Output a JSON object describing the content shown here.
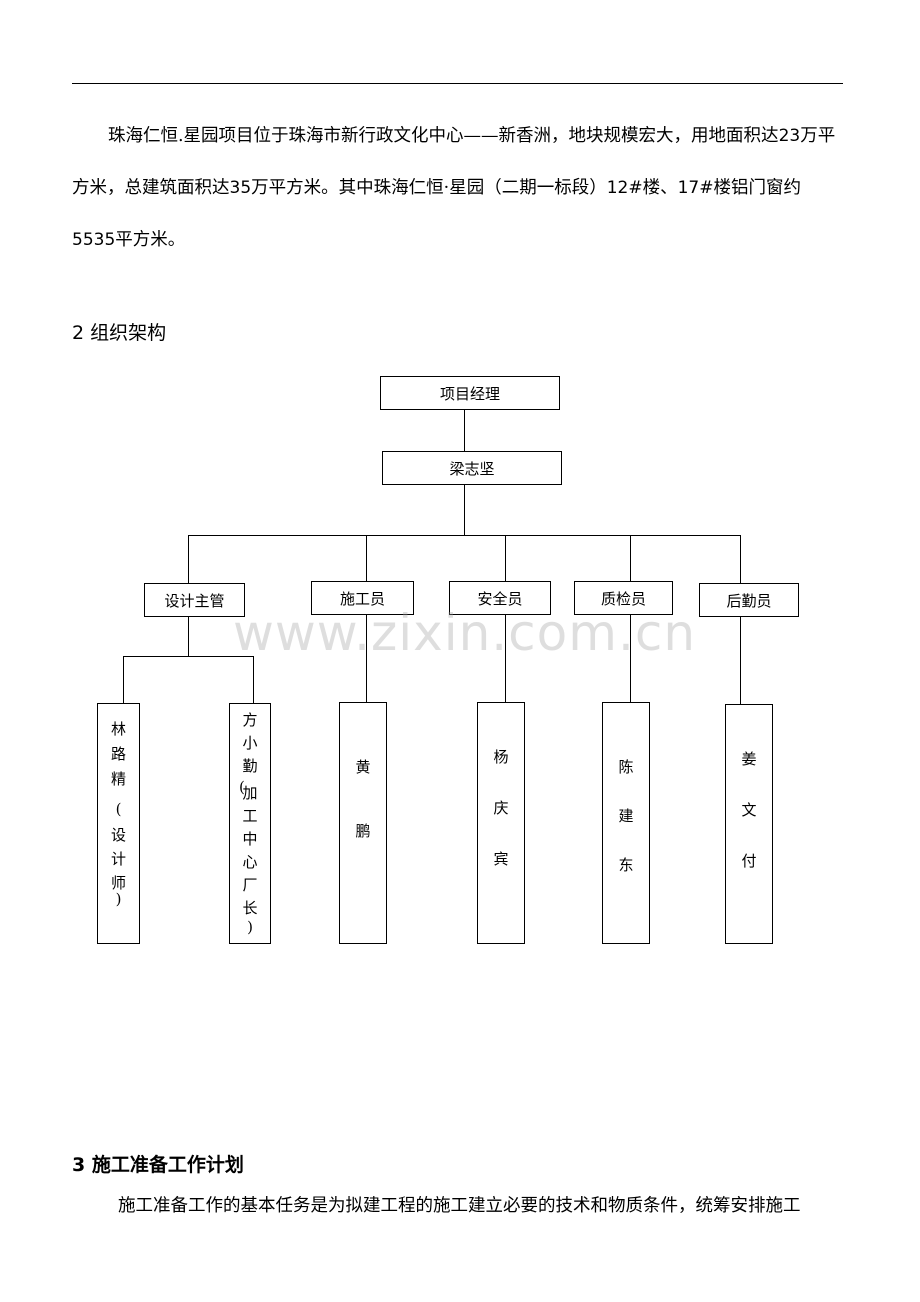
{
  "intro": {
    "t1": "珠海仁恒.星园项目位于珠海市新行政文化中心——新香洲，地块规模宏大，用地面积达",
    "n1": "23",
    "t2": "万平方米，总建筑面积达",
    "n2": "35",
    "t3": "万平方米。其中珠海仁恒·星园（二期一标段）",
    "n3": "12#",
    "t4": "楼、",
    "n4": "17#",
    "t5": "楼铝门窗约",
    "n5": "5535",
    "t6": "平方米。"
  },
  "section2_title": "2 组织架构",
  "org": {
    "top": "项目经理",
    "leader": "梁志坚",
    "roles": [
      "设计主管",
      "施工员",
      "安全员",
      "质检员",
      "后勤员"
    ],
    "people": [
      [
        "林",
        "路",
        "精",
        "(",
        "设",
        "计",
        "师",
        ")"
      ],
      [
        "方",
        "小",
        "勤",
        "(",
        "加",
        "工",
        "中",
        "心",
        "厂",
        "长",
        ")"
      ],
      [
        "黄",
        "鹏"
      ],
      [
        "杨",
        "庆",
        "宾"
      ],
      [
        "陈",
        "建",
        "东"
      ],
      [
        "姜",
        "文",
        "付"
      ]
    ]
  },
  "watermark": "www.zixin.com.cn",
  "section3_title": "3  施工准备工作计划",
  "section3_text": "施工准备工作的基本任务是为拟建工程的施工建立必要的技术和物质条件，统筹安排施工"
}
